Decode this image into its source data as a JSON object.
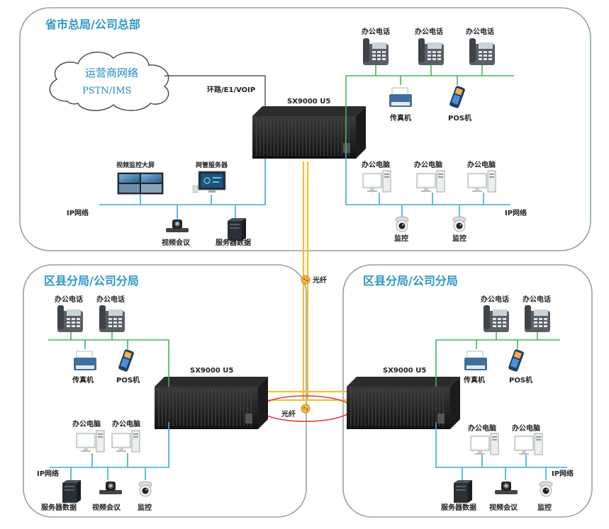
{
  "hq": {
    "title": "省市总局/公司总部",
    "cloud_line1": "运营商网络",
    "cloud_line2": "PSTN/IMS",
    "trunk_label": "环路/E1/VOIP",
    "device_label": "SX9000 U5",
    "phone_label": "办公电话",
    "fax_label": "传真机",
    "pos_label": "POS机",
    "pc_label": "办公电脑",
    "ip_network_left": "IP网络",
    "ip_network_right": "IP网络",
    "video_wall_label": "视频监控大屏",
    "nms_label": "网管服务器",
    "video_conf_label": "视频会议",
    "server_label": "服务器数据",
    "camera_label": "监控"
  },
  "fiber_label_top": "光纤",
  "fiber_label_mid": "光纤",
  "branch_left": {
    "title": "区县分局/公司分局",
    "device_label": "SX9000 U5",
    "phone_label": "办公电话",
    "fax_label": "传真机",
    "pos_label": "POS机",
    "pc_label": "办公电脑",
    "ip_network": "IP网络",
    "server_label": "服务器数据",
    "video_conf_label": "视频会议",
    "camera_label": "监控"
  },
  "branch_right": {
    "title": "区县分局/公司分局",
    "device_label": "SX9000 U5",
    "phone_label": "办公电话",
    "fax_label": "传真机",
    "pos_label": "POS机",
    "pc_label": "办公电脑",
    "ip_network": "IP网络",
    "server_label": "服务器数据",
    "video_conf_label": "视频会议",
    "camera_label": "监控"
  }
}
